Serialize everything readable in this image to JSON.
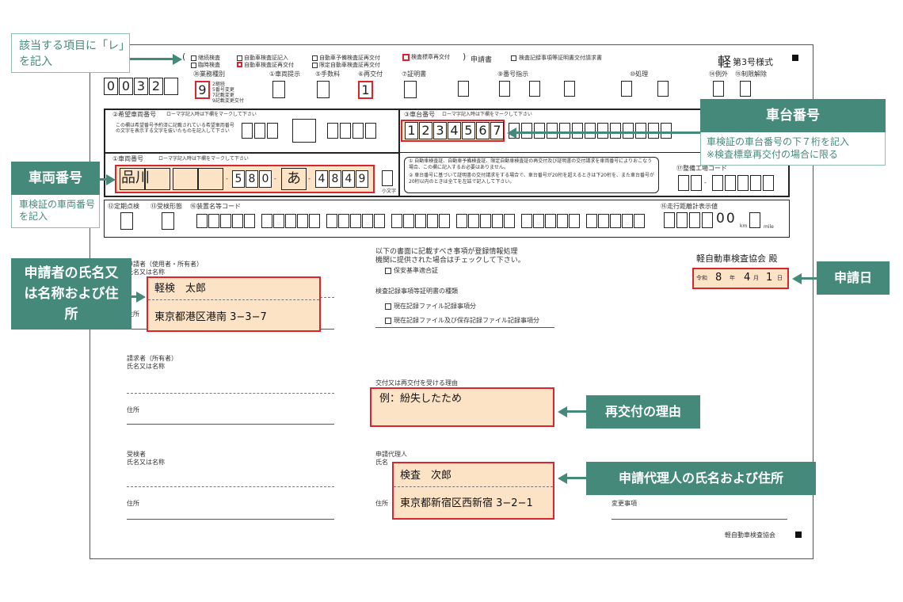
{
  "callouts": {
    "check_items": "該当する項目に「レ」を記入",
    "chassis_title": "車台番号",
    "chassis_desc_1": "車検証の車台番号の下７桁を記入",
    "chassis_desc_2": "※検査標章再交付の場合に限る",
    "vehicle_title": "車両番号",
    "vehicle_desc": "車検証の車両番号を記入",
    "applicant": "申請者の氏名又は名称および住所",
    "date": "申請日",
    "reason": "再交付の理由",
    "agent": "申請代理人の氏名および住所"
  },
  "form": {
    "checkboxes_top": [
      "継続検査",
      "自動車検査証記入",
      "自動車予備検査証再交付",
      "検査標章再交付",
      "臨時検査",
      "自動車検査証再交付",
      "限定自動車検査証再交付"
    ],
    "shinseisho": "申請書",
    "kensa_kiroku": "検査記録事項等証明書交付請求書",
    "form_title_kei": "軽",
    "form_title_num": "第3号様式",
    "serial": [
      "0",
      "0",
      "3",
      "2"
    ],
    "headers": {
      "gyomu": "㉟業務種別",
      "sharyo_teiji": "①車両提示",
      "tesuryo": "⑤手数料",
      "saikofu": "⑥再交付",
      "shomeisho": "⑦証明書",
      "bango_shiji": "⑨番号指示",
      "shori": "⑩処理",
      "reigai": "⑭例外",
      "seigen_kaijo": "⑮制限解除"
    },
    "gyomu_value": "9",
    "saikofu_value": "1",
    "gyomu_options": [
      "2継続",
      "5番号変更",
      "7記載変更",
      "9記載変更交付"
    ],
    "kibou_label": "②希望車両番号",
    "kibou_note": "この欄は希望番号予約済に記載されている希望車両番号の文字を表示する文字を抜いたものを記入して下さい",
    "roman_note": "ローマ字記入時は下欄をマークして下さい",
    "shadai_label": "③車台番号",
    "shadai_digits": [
      "1",
      "2",
      "3",
      "4",
      "5",
      "6",
      "7"
    ],
    "sharyo_label": "①車両番号",
    "sharyo_area": "品川",
    "sharyo_class": [
      "5",
      "8",
      "0"
    ],
    "sharyo_kana": "あ",
    "sharyo_num": [
      "4",
      "8",
      "4",
      "9"
    ],
    "small_char": "小文字",
    "notes_1": "① 自動車検査証、自動車予備検査証、限定自動車検査証の再交付及び証明書の交付請求を車両番号によりおこなう場合、この欄に記入するお必要はありません。",
    "notes_2": "② 車台番号に基づいて証明書の交付請求をする場合で、車台番号が20桁を超えるときは下20桁を、また車台番号が20桁以内のときは全てを左詰で記入して下さい。",
    "seibi_label": "⑰整備工場コード",
    "teiki_label": "⑫定期点検",
    "jushin_label": "⑬受検形態",
    "hosho_label": "⑯装置名等コード",
    "soko_label": "⑯走行距離計表示値",
    "soko_suffix": "00",
    "km_label": "km",
    "mile_label": "mile",
    "applicant_label": "申請者（使用者・所有者）",
    "name_label": "氏名又は名称",
    "address_label": "住所",
    "applicant_name": "軽検　太郎",
    "applicant_address": "東京都港区港南 3−3−7",
    "seikyusha_label": "請求者（所有者）",
    "jukensha_label": "受検者",
    "info_line_1": "以下の書面に記載すべき事項が登録情報処理",
    "info_line_2": "機関に提供された場合はチェックして下さい。",
    "hoan": "保安基準適合証",
    "kiroku_title": "検査記録事項等証明書の種類",
    "kiroku_1": "現在記録ファイル記録事項分",
    "kiroku_2": "現在記録ファイル及び保存記録ファイル記録事項分",
    "association": "軽自動車検査協会 殿",
    "date_era": "令和",
    "date_year": "8",
    "date_year_unit": "年",
    "date_month": "4",
    "date_month_unit": "月",
    "date_day": "1",
    "date_day_unit": "日",
    "reason_label": "交付又は再交付を受ける理由",
    "reason_value": "例：紛失したため",
    "agent_label": "申請代理人",
    "agent_name_label": "氏名",
    "agent_address_label": "住所",
    "agent_name": "検査　次郎",
    "agent_address": "東京都新宿区西新宿 3−2−1",
    "henko_label": "変更事項",
    "footer": "軽自動車検査協会"
  }
}
